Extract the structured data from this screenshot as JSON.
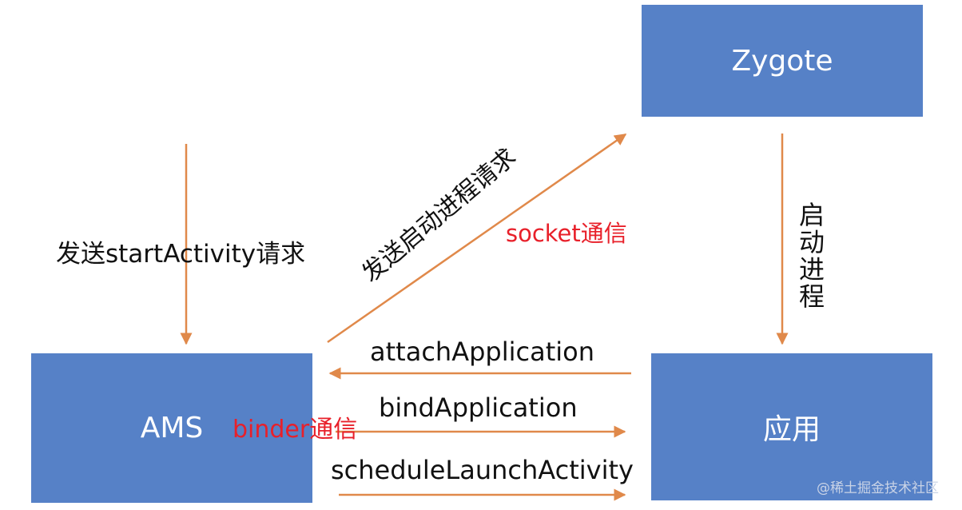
{
  "nodes": {
    "zygote": "Zygote",
    "ams": "AMS",
    "app": "应用"
  },
  "edges": {
    "start_activity": "发送startActivity请求",
    "start_process_request": "发送启动进程请求",
    "socket": "socket通信",
    "start_process": "启动进程",
    "attach_application": "attachApplication",
    "bind_application": "bindApplication",
    "schedule_launch_activity": "scheduleLaunchActivity",
    "binder": "binder通信"
  },
  "colors": {
    "box": "#5681c7",
    "arrow": "#e0894a",
    "highlight_text": "#e8202a"
  },
  "watermark": "@稀土掘金技术社区"
}
